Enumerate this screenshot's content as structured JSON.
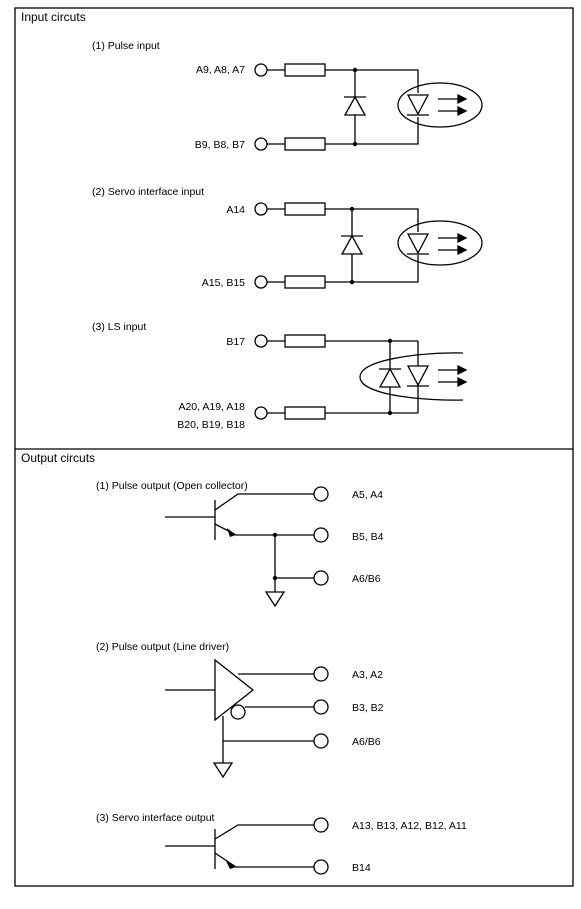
{
  "input_section": {
    "title": "Input circuts",
    "pulse": {
      "title": "(1) Pulse input",
      "pin_top": "A9, A8, A7",
      "pin_bottom": "B9, B8, B7"
    },
    "servo": {
      "title": "(2) Servo interface input",
      "pin_top": "A14",
      "pin_bottom": "A15, B15"
    },
    "ls": {
      "title": "(3) LS input",
      "pin_top": "B17",
      "pin_bottom_1": "A20, A19, A18",
      "pin_bottom_2": "B20, B19, B18"
    }
  },
  "output_section": {
    "title": "Output circuts",
    "open_collector": {
      "title": "(1) Pulse output (Open collector)",
      "pin_1": "A5, A4",
      "pin_2": "B5, B4",
      "pin_3": "A6/B6"
    },
    "line_driver": {
      "title": "(2) Pulse output (Line driver)",
      "pin_1": "A3, A2",
      "pin_2": "B3, B2",
      "pin_3": "A6/B6"
    },
    "servo_output": {
      "title": "(3) Servo interface output",
      "pin_1": "A13, B13, A12, B12, A11",
      "pin_2": "B14"
    }
  }
}
